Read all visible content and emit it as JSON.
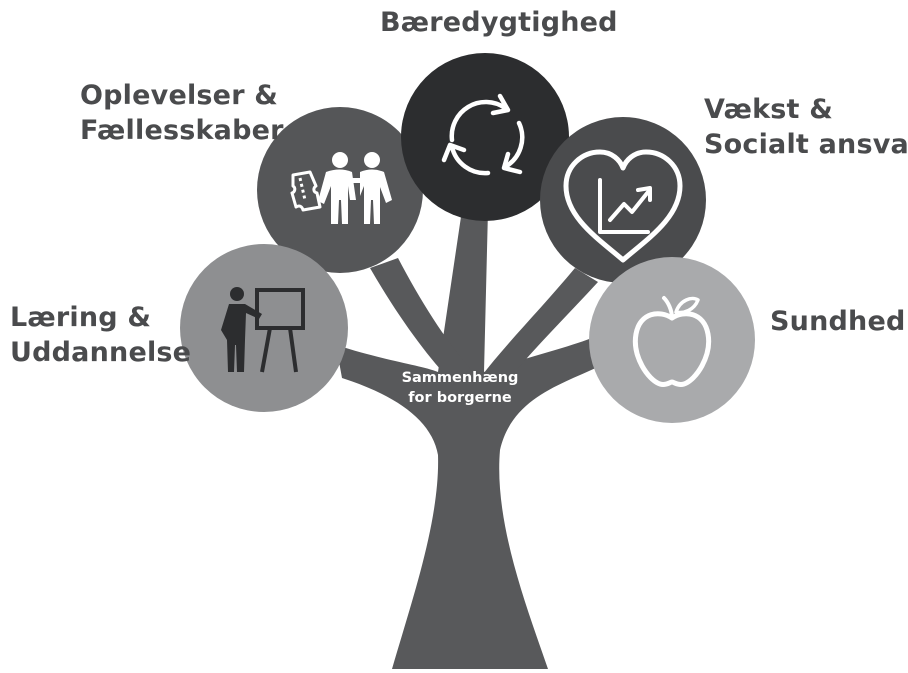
{
  "center": {
    "line1": "Sammenhæng",
    "line2": "for borgerne"
  },
  "branches": {
    "top": {
      "line1": "Bæredygtighed",
      "icon": "recycle-arrows-icon",
      "color": "#2c2d2f"
    },
    "upper_left": {
      "line1": "Oplevelser &",
      "line2": "Fællesskaber",
      "icon": "tickets-people-icon",
      "color": "#555658"
    },
    "upper_right": {
      "line1": "Vækst &",
      "line2": "Socialt ansvar",
      "icon": "heart-growth-chart-icon",
      "color": "#4a4b4d"
    },
    "left": {
      "line1": "Læring &",
      "line2": "Uddannelse",
      "icon": "teacher-board-icon",
      "color": "#8e8f91"
    },
    "right": {
      "line1": "Sundhed",
      "icon": "apple-icon",
      "color": "#a9aaac"
    }
  },
  "trunk_color": "#58595b",
  "label_color": "#4a4b4d"
}
